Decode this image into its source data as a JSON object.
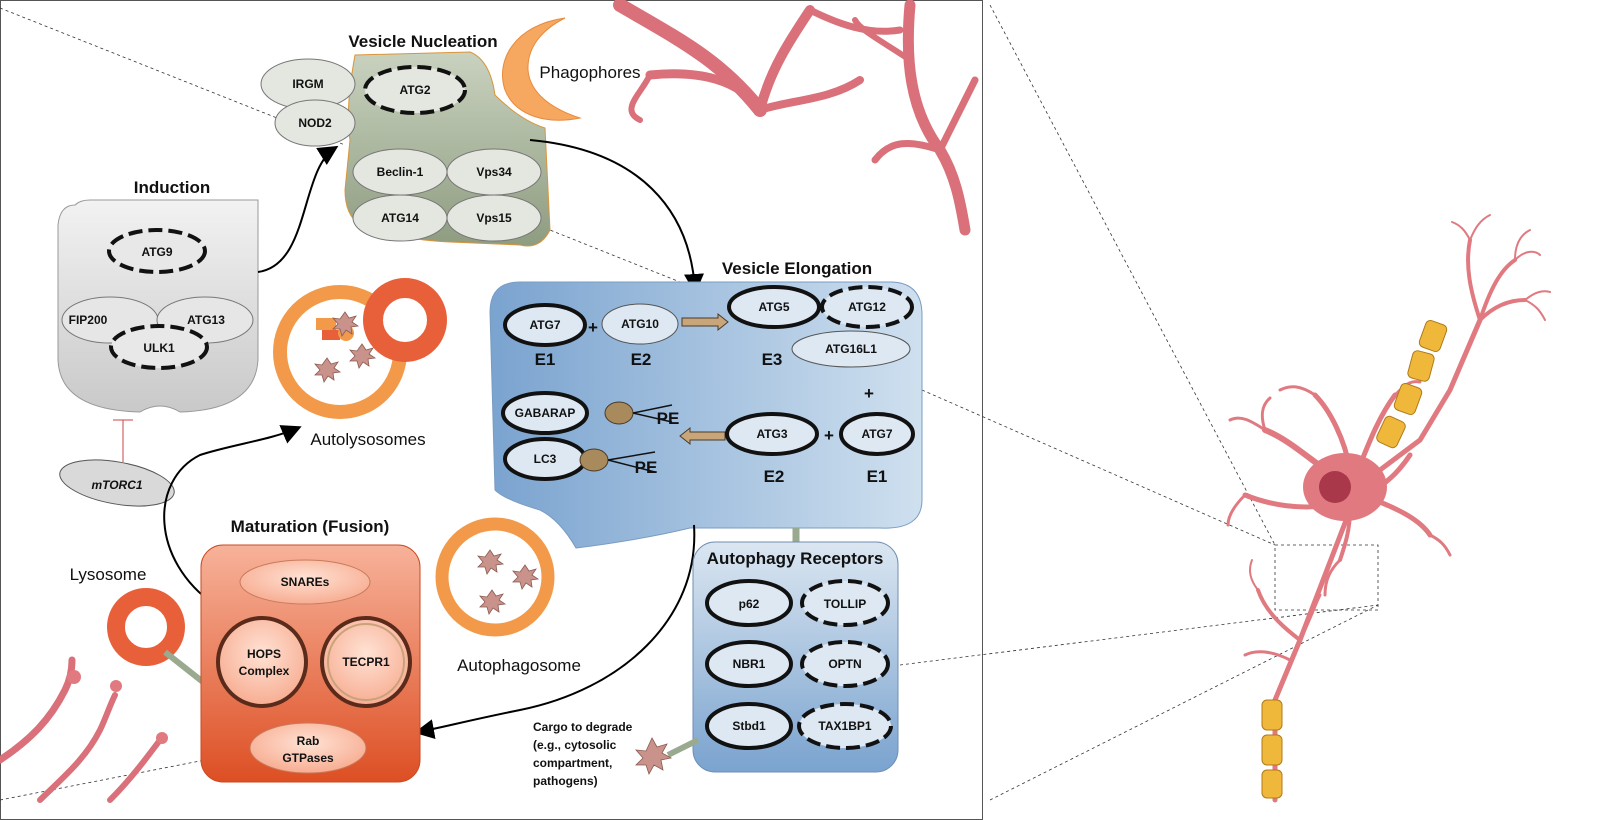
{
  "induction": {
    "title": "Induction",
    "atg9": "ATG9",
    "fip200": "FIP200",
    "atg13": "ATG13",
    "ulk1": "ULK1",
    "mtorc1": "mTORC1"
  },
  "nucleation": {
    "title": "Vesicle Nucleation",
    "irgm": "IRGM",
    "nod2": "NOD2",
    "atg2": "ATG2",
    "beclin1": "Beclin-1",
    "vps34": "Vps34",
    "atg14": "ATG14",
    "vps15": "Vps15",
    "phagophores": "Phagophores"
  },
  "elongation": {
    "title": "Vesicle Elongation",
    "atg7_top": "ATG7",
    "plus1": "+",
    "atg10": "ATG10",
    "atg5": "ATG5",
    "atg12": "ATG12",
    "atg16l1": "ATG16L1",
    "e1_top": "E1",
    "e2_top": "E2",
    "e3": "E3",
    "plus2": "+",
    "gabarap": "GABARAP",
    "lc3": "LC3",
    "pe1": "PE",
    "pe2": "PE",
    "atg3": "ATG3",
    "plus3": "+",
    "atg7_bottom": "ATG7",
    "e2_bottom": "E2",
    "e1_bottom": "E1"
  },
  "autolysosome": {
    "label": "Autolysosomes"
  },
  "autophagosome": {
    "label": "Autophagosome"
  },
  "lysosome": {
    "label": "Lysosome"
  },
  "maturation": {
    "title": "Maturation (Fusion)",
    "snares": "SNAREs",
    "hops_line1": "HOPS",
    "hops_line2": "Complex",
    "tecpr1": "TECPR1",
    "rab_line1": "Rab",
    "rab_line2": "GTPases"
  },
  "receptors": {
    "title": "Autophagy Receptors",
    "p62": "p62",
    "tollip": "TOLLIP",
    "nbr1": "NBR1",
    "optn": "OPTN",
    "stbd1": "Stbd1",
    "tax1bp1": "TAX1BP1"
  },
  "cargo": {
    "line1": "Cargo to degrade",
    "line2": "(e.g., cytosolic",
    "line3": "compartment,",
    "line4": "pathogens)"
  },
  "colors": {
    "induction_fill": "#d9d9d9",
    "nucleation_fill": "#a9b59c",
    "elongation_fill": "#8fb2d6",
    "maturation_fill": "#e8603a",
    "receptors_fill": "#9dbcdc",
    "neuron": "#e07a80",
    "myelin": "#f0b83a",
    "orange_ring": "#f29a4a"
  }
}
